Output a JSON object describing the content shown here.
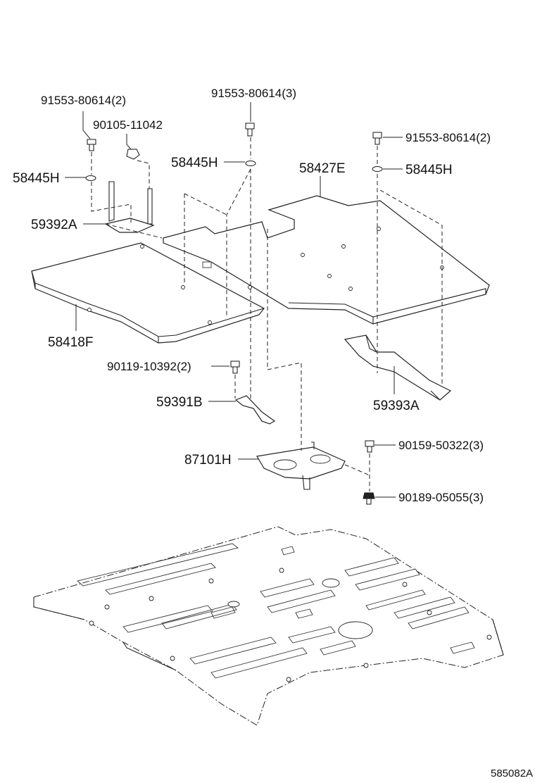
{
  "labels": {
    "bolt_left": "91553-80614(2)",
    "clip_left": "90105-11042",
    "washer_left": "58445H",
    "bracket_left": "59392A",
    "panel_left": "58418F",
    "bolt_center": "91553-80614(3)",
    "washer_center": "58445H",
    "panel_right": "58427E",
    "bolt_right": "91553-80614(2)",
    "washer_right": "58445H",
    "bracket_right": "59393A",
    "bolt_lower": "90119-10392(2)",
    "bracket_lower": "59391B",
    "bracket_base": "87101H",
    "screw_upper": "90159-50322(3)",
    "screw_lower": "90189-05055(3)",
    "ref_code": "585082A"
  }
}
